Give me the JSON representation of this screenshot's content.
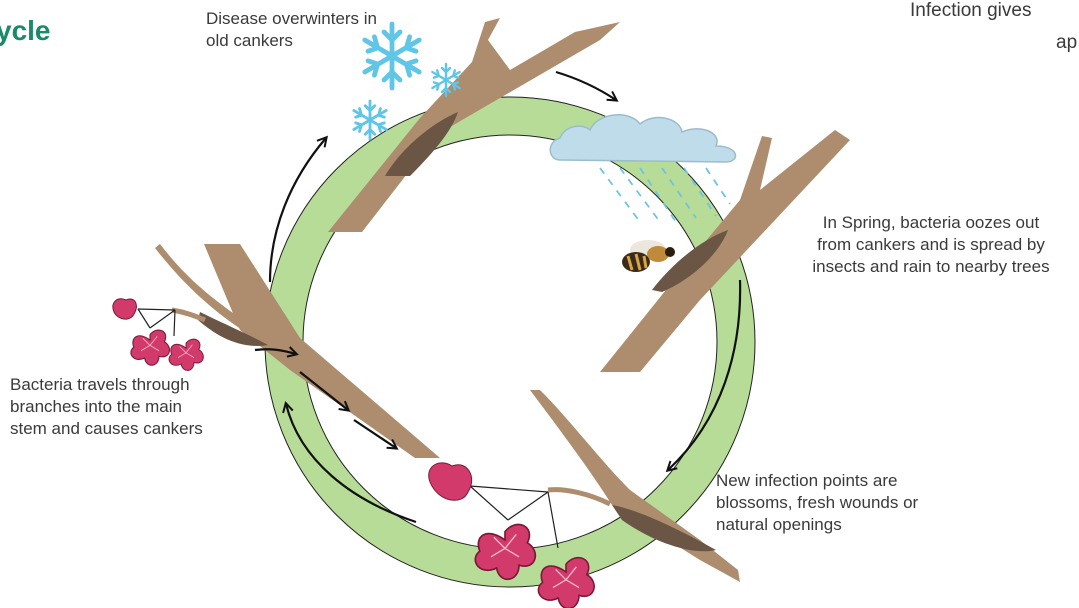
{
  "title": "ycle",
  "top_right_text": "Infection gives\nap",
  "labels": {
    "overwinter": "Disease overwinters in\nold cankers",
    "spring": "In Spring, bacteria oozes out\nfrom cankers and is spread by\ninsects and rain to nearby trees",
    "infection_points": "New infection points are\nblossoms, fresh wounds or\nnatural openings",
    "bacteria_travels": "Bacteria travels through\nbranches into the main\nstem and causes cankers"
  },
  "colors": {
    "ring": "#b7dc97",
    "branch": "#ad8d6e",
    "canker": "#6b5646",
    "cloud": "#bfdceb",
    "rain": "#6fc3e0",
    "snow": "#5fc6e8",
    "blossom": "#d23a6b",
    "title": "#1a8a6a"
  },
  "icons": [
    "snowflake-icon",
    "cloud-icon",
    "rain-icon",
    "bee-icon",
    "blossom-icon",
    "arrow-icon"
  ]
}
